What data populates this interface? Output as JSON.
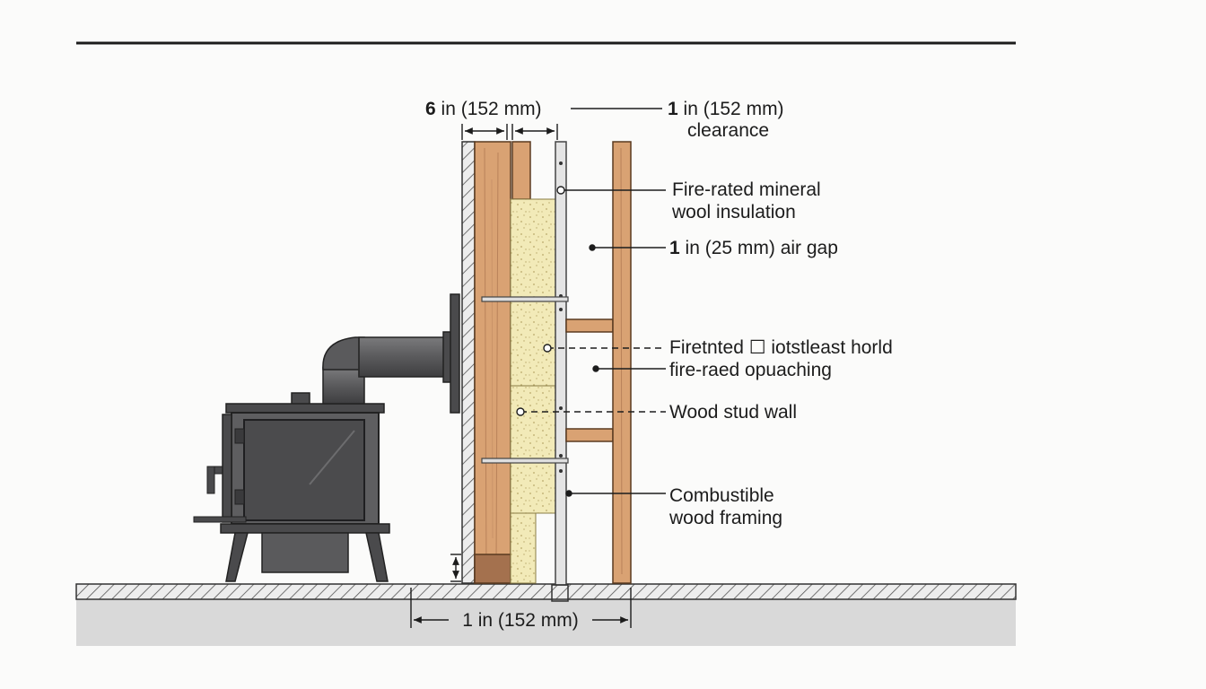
{
  "diagram": {
    "labels": {
      "top_left_dimension_value": "6",
      "top_left_dimension_unit": "in (152 mm)",
      "top_right_dimension_value": "1",
      "top_right_dimension_unit": "in (152 mm)",
      "top_right_dimension_note": "clearance",
      "insulation_line1": "Fire-rated mineral",
      "insulation_line2": "wool insulation",
      "air_gap_value": "1",
      "air_gap_unit": "in (25 mm) air gap",
      "fire_rated_line1": "Firetnted ☐ iotstleast horld",
      "fire_rated_line2": "fire-raed opuaching",
      "stud_wall": "Wood stud wall",
      "framing_line1": "Combustible",
      "framing_line2": "wood framing",
      "bottom_dimension": "1 in (152 mm)"
    },
    "colors": {
      "wood": "#d9a273",
      "wood_dark": "#b9825a",
      "insulation": "#f2eab8",
      "stove": "#5e5e60",
      "stove_dark": "#3f3f41",
      "floor": "#d9d9d9",
      "line": "#1c1c1c"
    }
  }
}
